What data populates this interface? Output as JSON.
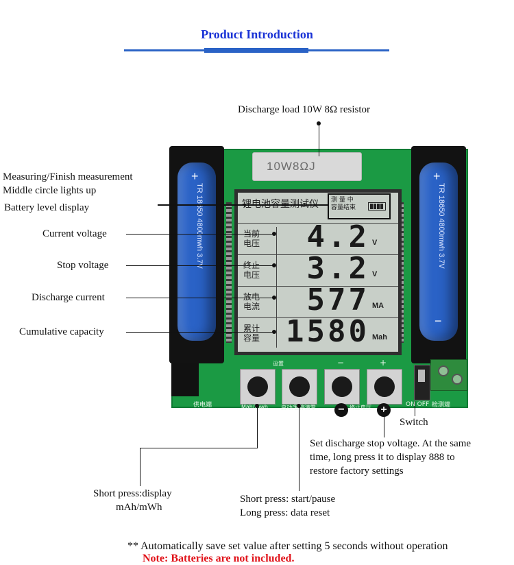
{
  "header": {
    "title": "Product Introduction"
  },
  "callouts": {
    "discharge_load": "Discharge load 10W 8Ω resistor",
    "measuring_line1": "Measuring/Finish measurement",
    "measuring_line2": "Middle circle lights up",
    "battery_level": "Battery level display",
    "current_voltage": "Current voltage",
    "stop_voltage": "Stop voltage",
    "discharge_current": "Discharge current",
    "cumulative_capacity": "Cumulative capacity",
    "switch": "Switch",
    "set_stop_line1": "Set discharge stop voltage. At the same",
    "set_stop_line2": "time, long press it to display 888 to",
    "set_stop_line3": "restore factory settings",
    "short_press_display_line1": "Short press:display",
    "short_press_display_line2": "mAh/mWh",
    "start_pause_line1": "Short press: start/pause",
    "start_pause_line2": "Long press: data reset"
  },
  "device": {
    "resistor_marking": "10W8ΩJ",
    "battery_text": "TR 18650 4800mwh 3.7V",
    "battery_plus": "+",
    "battery_minus": "−",
    "lcd": {
      "header": "锂电池容量测试仪",
      "status_line1": "测 量 中",
      "status_line2": "容量结束",
      "rows": [
        {
          "label1": "当前",
          "label2": "电压",
          "value": "4.2",
          "unit": "V"
        },
        {
          "label1": "终止",
          "label2": "电压",
          "value": "3.2",
          "unit": "V"
        },
        {
          "label1": "放电",
          "label2": "电流",
          "value": "577",
          "unit": "MA"
        },
        {
          "label1": "累计",
          "label2": "容量",
          "value": "1580",
          "unit": "Mah"
        }
      ]
    },
    "button_labels": {
      "setting": "设置",
      "mah": "Mah/mwh",
      "start": "启动/暂停清零",
      "stop_v": "终止电压",
      "minus": "−",
      "plus": "+",
      "power": "供电端",
      "detect": "检测端",
      "onoff": "ON  OFF"
    },
    "minus_icon": "−",
    "plus_icon": "+"
  },
  "footer": {
    "note": "** Automatically save set value after setting 5 seconds without operation",
    "warning": "Note: Batteries are not included."
  }
}
